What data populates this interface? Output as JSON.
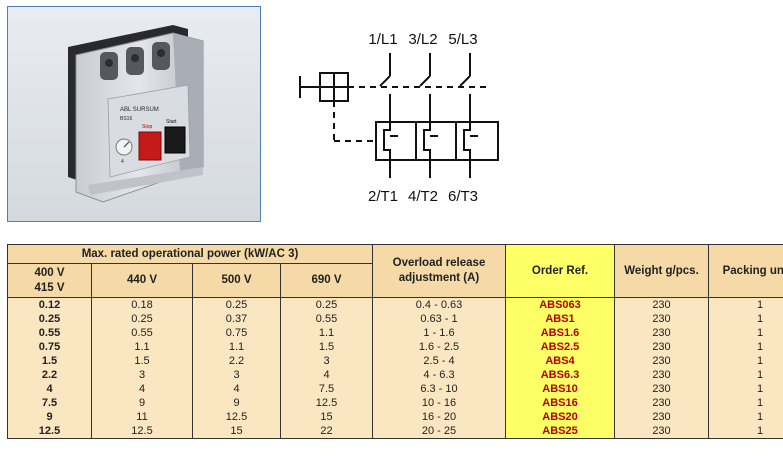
{
  "header": {
    "power_group": "Max. rated operational power (kW/AC 3)",
    "v400": "400 V",
    "v415": "415 V",
    "v440": "440 V",
    "v500": "500 V",
    "v690": "690 V",
    "overload_line1": "Overload release",
    "overload_line2": "adjustment (A)",
    "order": "Order Ref.",
    "weight": "Weight g/pcs.",
    "packing": "Packing units"
  },
  "rows": [
    {
      "v400": "0.12",
      "v440": "0.18",
      "v500": "0.25",
      "v690": "0.25",
      "overload": "0.4 - 0.63",
      "order": "ABS063",
      "weight": "230",
      "packing": "1"
    },
    {
      "v400": "0.25",
      "v440": "0.25",
      "v500": "0.37",
      "v690": "0.55",
      "overload": "0.63 - 1",
      "order": "ABS1",
      "weight": "230",
      "packing": "1"
    },
    {
      "v400": "0.55",
      "v440": "0.55",
      "v500": "0.75",
      "v690": "1.1",
      "overload": "1 - 1.6",
      "order": "ABS1.6",
      "weight": "230",
      "packing": "1"
    },
    {
      "v400": "0.75",
      "v440": "1.1",
      "v500": "1.1",
      "v690": "1.5",
      "overload": "1.6 - 2.5",
      "order": "ABS2.5",
      "weight": "230",
      "packing": "1"
    },
    {
      "v400": "1.5",
      "v440": "1.5",
      "v500": "2.2",
      "v690": "3",
      "overload": "2.5 - 4",
      "order": "ABS4",
      "weight": "230",
      "packing": "1"
    },
    {
      "v400": "2.2",
      "v440": "3",
      "v500": "3",
      "v690": "4",
      "overload": "4 - 6.3",
      "order": "ABS6.3",
      "weight": "230",
      "packing": "1"
    },
    {
      "v400": "4",
      "v440": "4",
      "v500": "4",
      "v690": "7.5",
      "overload": "6.3 - 10",
      "order": "ABS10",
      "weight": "230",
      "packing": "1"
    },
    {
      "v400": "7.5",
      "v440": "9",
      "v500": "9",
      "v690": "12.5",
      "overload": "10 - 16",
      "order": "ABS16",
      "weight": "230",
      "packing": "1"
    },
    {
      "v400": "9",
      "v440": "11",
      "v500": "12.5",
      "v690": "15",
      "overload": "16 - 20",
      "order": "ABS20",
      "weight": "230",
      "packing": "1"
    },
    {
      "v400": "12.5",
      "v440": "12.5",
      "v500": "15",
      "v690": "22",
      "overload": "20 - 25",
      "order": "ABS25",
      "weight": "230",
      "packing": "1"
    }
  ],
  "diagram": {
    "top_labels": [
      "1/L1",
      "3/L2",
      "5/L3"
    ],
    "bottom_labels": [
      "2/T1",
      "4/T2",
      "6/T3"
    ]
  },
  "photo": {
    "brand": "ABL SURSUM",
    "model": "BS16",
    "stop": "Stop",
    "start": "Start",
    "dial": "4"
  },
  "colors": {
    "header_bg": "#f5d9a6",
    "row_bg": "#fbe6c2",
    "order_bg": "#ffff66",
    "order_text": "#b40000",
    "photo_border": "#4f7fba"
  }
}
